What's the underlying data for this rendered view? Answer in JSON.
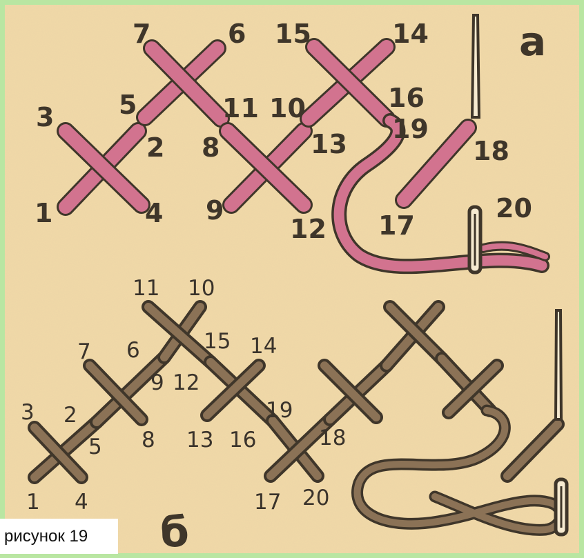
{
  "figure": {
    "panel_a": {
      "label": "а",
      "numbers": [
        "1",
        "2",
        "3",
        "4",
        "5",
        "6",
        "7",
        "8",
        "9",
        "10",
        "11",
        "12",
        "13",
        "14",
        "15",
        "16",
        "17",
        "18",
        "19",
        "20"
      ]
    },
    "panel_b": {
      "label": "б",
      "numbers": [
        "1",
        "2",
        "3",
        "4",
        "5",
        "6",
        "7",
        "8",
        "9",
        "10",
        "11",
        "12",
        "13",
        "14",
        "15",
        "16",
        "17",
        "18",
        "19",
        "20"
      ]
    },
    "caption": "рисунок 19"
  },
  "colors": {
    "paper": "#f1d9a8",
    "border": "#b9e6a2",
    "pink_thread": "#cf6f8c",
    "brown_thread": "#6b5640",
    "ink": "#3f362a"
  }
}
